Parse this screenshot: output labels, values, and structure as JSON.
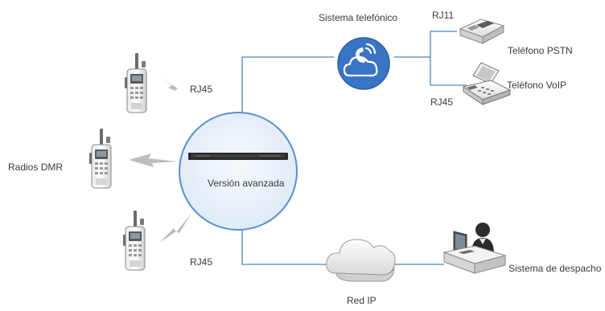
{
  "labels": {
    "telephone_system": "Sistema telefónico",
    "rj11": "RJ11",
    "pstn_phone": "Teléfono PSTN",
    "rj45_voip": "RJ45",
    "voip_phone": "Teléfono VoIP",
    "rj45_top": "RJ45",
    "dmr_radios": "Radios DMR",
    "advanced_version": "Versión avanzada",
    "rj45_bottom": "RJ45",
    "ip_network": "Red IP",
    "dispatch_system": "Sistema de despacho"
  },
  "colors": {
    "link_line": "#4a86c5",
    "hub_fill": "#e9f1fa",
    "hub_stroke": "#5a8fcc",
    "phone_system_circle": "#3a74c4",
    "signal_bolt": "#bdbdbd"
  },
  "icons": {
    "radio": "handheld-radio-icon",
    "phone_system": "telephone-cloud-icon",
    "pstn": "desk-phone-icon",
    "voip": "ip-phone-icon",
    "cloud": "cloud-icon",
    "dispatcher": "dispatcher-console-icon",
    "gateway": "rack-gateway-icon"
  }
}
